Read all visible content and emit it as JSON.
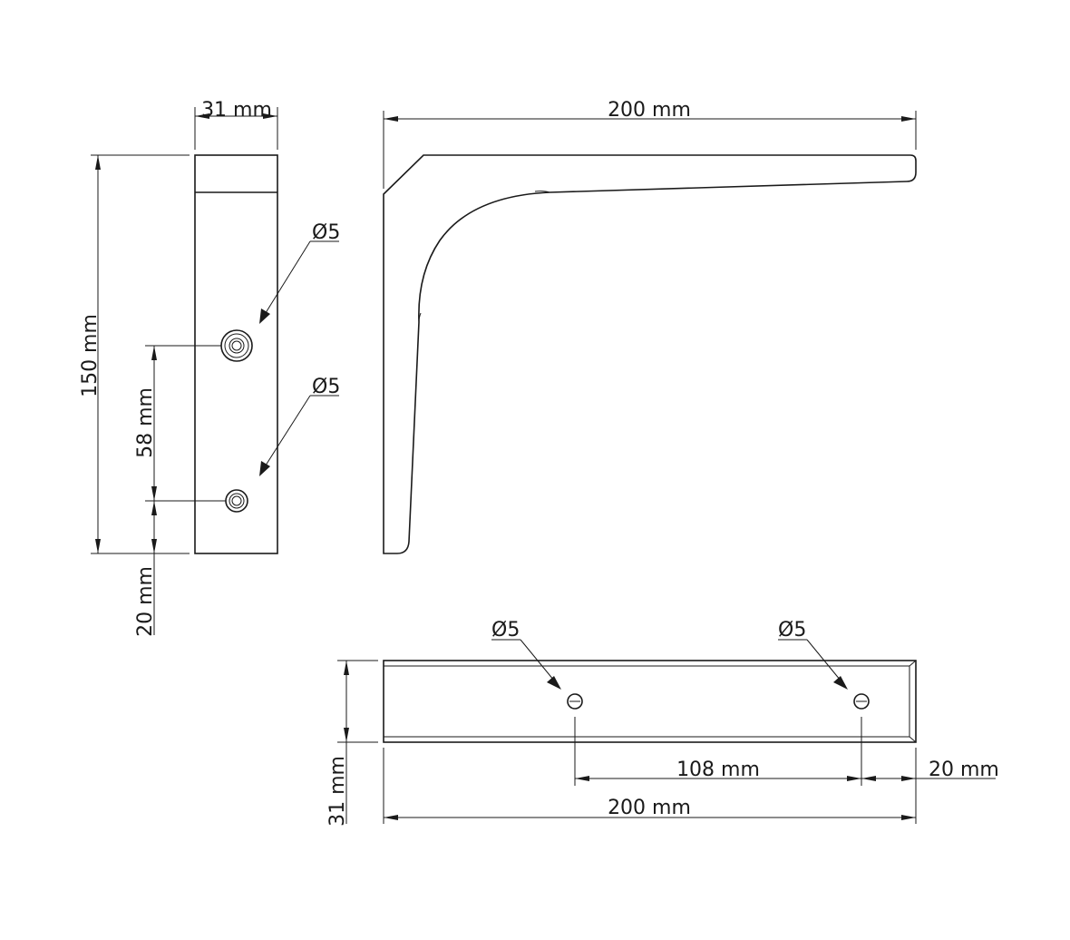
{
  "labels": {
    "side_width": "31 mm",
    "side_height": "150 mm",
    "side_hole_spacing": "58 mm",
    "side_bottom_offset": "20 mm",
    "side_hole_top": "Ø5",
    "side_hole_bottom": "Ø5",
    "front_depth": "200 mm",
    "bottom_hole_left": "Ø5",
    "bottom_hole_right": "Ø5",
    "bottom_hole_spacing": "108 mm",
    "bottom_end_offset": "20 mm",
    "bottom_length": "200 mm",
    "bottom_width": "31 mm"
  }
}
